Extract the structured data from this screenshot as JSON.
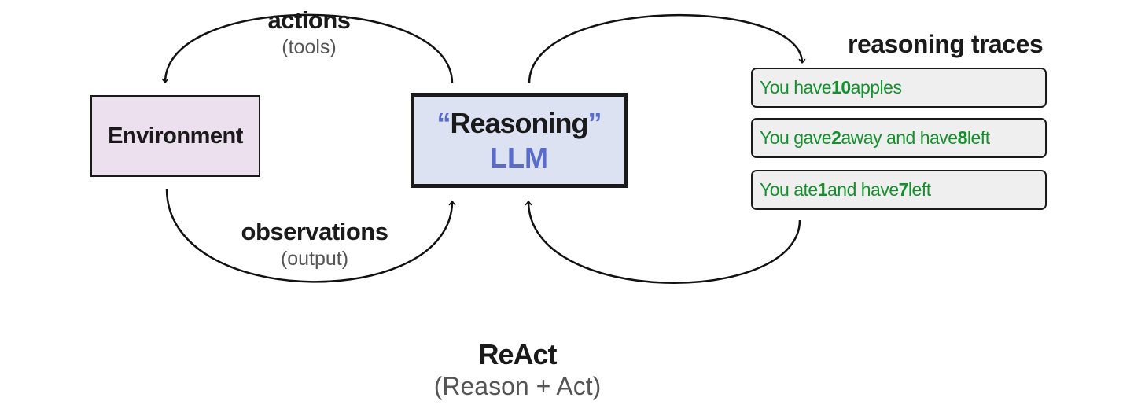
{
  "environment": {
    "label": "Environment"
  },
  "llm": {
    "open_quote": "“",
    "title": "Reasoning",
    "close_quote": "”",
    "subtitle": "LLM"
  },
  "actions": {
    "label": "actions",
    "sub": "(tools)"
  },
  "observations": {
    "label": "observations",
    "sub": "(output)"
  },
  "traces": {
    "heading": "reasoning traces",
    "items": [
      {
        "parts": [
          "You have ",
          "10",
          " apples"
        ]
      },
      {
        "parts": [
          "You gave ",
          "2",
          " away and have ",
          "8",
          " left"
        ]
      },
      {
        "parts": [
          "You ate ",
          "1",
          " and have ",
          "7",
          " left"
        ]
      }
    ]
  },
  "footer": {
    "title": "ReAct",
    "sub": "(Reason + Act)"
  },
  "colors": {
    "environment_fill": "#ecdfee",
    "llm_fill": "#dde2f3",
    "llm_accent": "#5a6ccb",
    "trace_text": "#16902f",
    "trace_fill": "#efefef"
  }
}
